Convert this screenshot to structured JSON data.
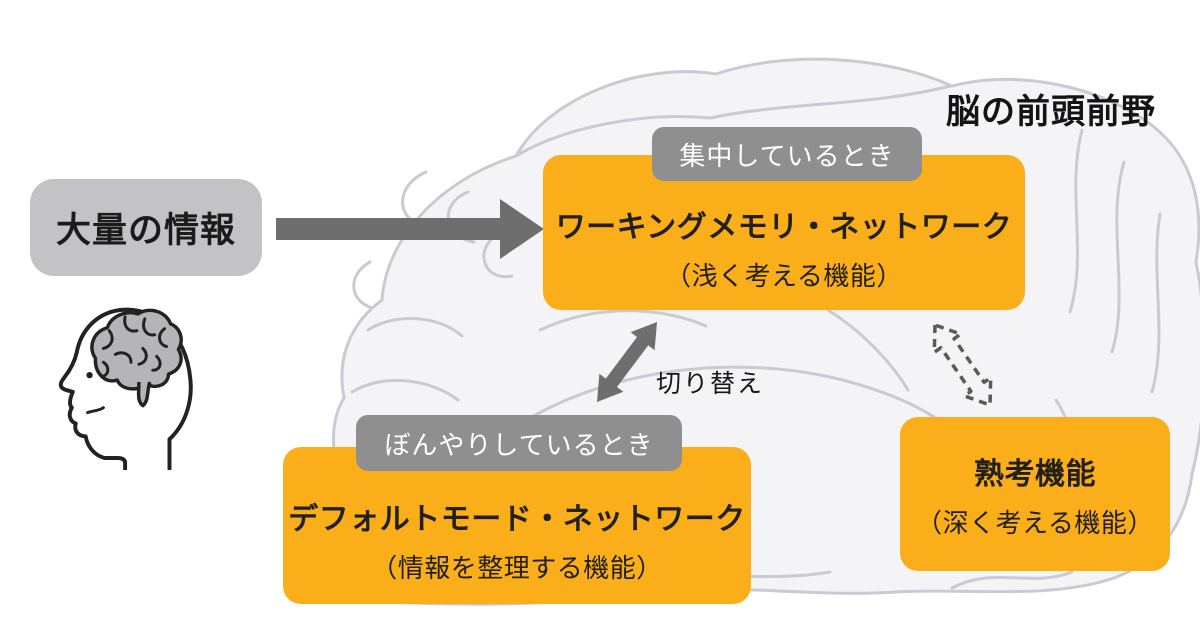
{
  "header": {
    "title": "脳の前頭前野"
  },
  "input": {
    "label": "大量の情報"
  },
  "working_memory": {
    "tag": "集中しているとき",
    "title": "ワーキングメモリ・ネットワーク",
    "subtitle": "（浅く考える機能）"
  },
  "switch": {
    "label": "切り替え"
  },
  "default_mode": {
    "tag": "ぼんやりしているとき",
    "title": "デフォルトモード・ネットワーク",
    "subtitle": "（情報を整理する機能）"
  },
  "deep_thinking": {
    "title": "熟考機能",
    "subtitle": "（深く考える機能）"
  },
  "icons": {
    "head": "head-with-brain-icon",
    "background": "brain-outline-sketch",
    "flow": "arrow-right-icon",
    "switch": "double-arrow-icon",
    "latent": "dashed-double-arrow-icon"
  },
  "colors": {
    "accent_orange": "#FAAE1A",
    "tag_gray": "#8F8F8F",
    "input_gray": "#C3C3C5",
    "arrow_gray": "#6E6E6E",
    "sketch_stroke": "#CACAD2",
    "sketch_fill": "#F4F4F7",
    "text_dark": "#1B1B1B"
  }
}
